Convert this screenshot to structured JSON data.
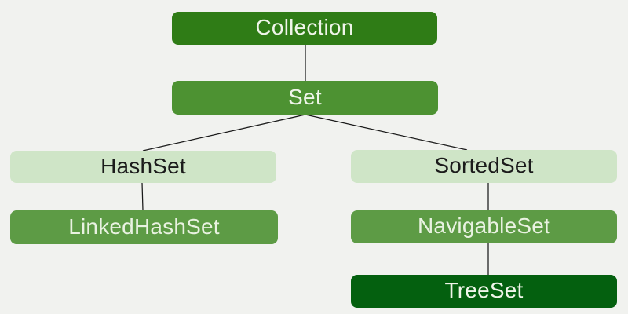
{
  "diagram": {
    "background": "#f1f2ef",
    "edge_color": "#1a1a1a",
    "nodes": [
      {
        "id": "collection",
        "label": "Collection",
        "fill": "#2f7c16",
        "text_color": "#eff5e9"
      },
      {
        "id": "set",
        "label": "Set",
        "fill": "#4d9232",
        "text_color": "#eff5e9"
      },
      {
        "id": "hashset",
        "label": "HashSet",
        "fill": "#cfe5c7",
        "text_color": "#1b1b1b"
      },
      {
        "id": "sortedset",
        "label": "SortedSet",
        "fill": "#cfe5c7",
        "text_color": "#1b1b1b"
      },
      {
        "id": "linkedhashset",
        "label": "LinkedHashSet",
        "fill": "#5d9b45",
        "text_color": "#e9f2e1"
      },
      {
        "id": "navigableset",
        "label": "NavigableSet",
        "fill": "#5d9b45",
        "text_color": "#e9f2e1"
      },
      {
        "id": "treeset",
        "label": "TreeSet",
        "fill": "#04600f",
        "text_color": "#eff5e9"
      }
    ],
    "edges": [
      {
        "from": "Collection",
        "to": "Set"
      },
      {
        "from": "Set",
        "to": "HashSet"
      },
      {
        "from": "Set",
        "to": "SortedSet"
      },
      {
        "from": "HashSet",
        "to": "LinkedHashSet"
      },
      {
        "from": "SortedSet",
        "to": "NavigableSet"
      },
      {
        "from": "NavigableSet",
        "to": "TreeSet"
      }
    ]
  }
}
